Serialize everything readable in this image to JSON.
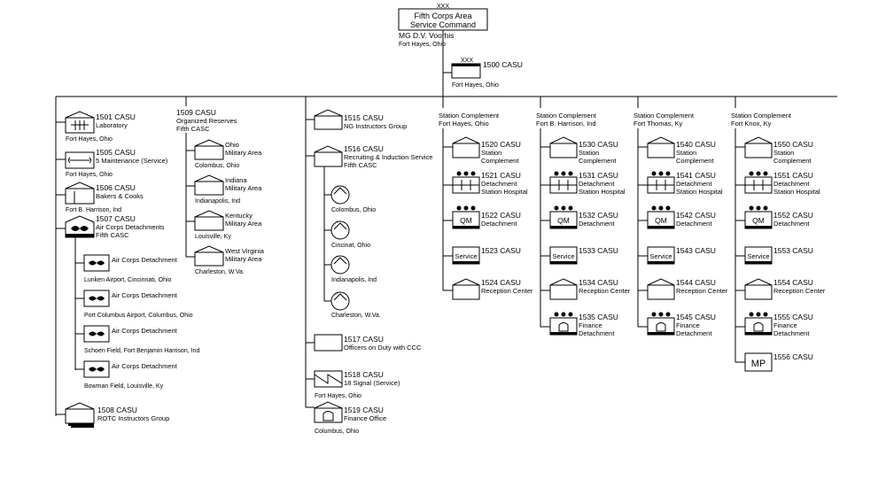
{
  "hq": {
    "xxx": "XXX",
    "title1": "Fifth Corps Area",
    "title2": "Service Command",
    "commander": "MG D.V. Voorhis",
    "location": "Fort Hayes, Ohio"
  },
  "hq_unit": {
    "xxx": "XXX",
    "label": "1500 CASU",
    "location": "Fort Hayes, Ohio"
  },
  "col1": {
    "u1501": {
      "name": "1501 CASU",
      "sub": "Laboratory",
      "loc": "Fort Hayes, Ohio"
    },
    "u1505": {
      "name": "1505 CASU",
      "sub": "5 Maintenance (Service)",
      "loc": "Fort Hayes, Ohio"
    },
    "u1506": {
      "name": "1506 CASU",
      "sub": "Bakers & Cooks",
      "loc": "Fort B. Harrison, Ind"
    },
    "u1507": {
      "name": "1507 CASU",
      "sub1": "Air Corps Detachments",
      "sub2": "Fifth CASC"
    },
    "air": [
      {
        "name": "Air Corps Detachment",
        "loc": "Lunken Airport, Cincinnati, Ohio"
      },
      {
        "name": "Air Corps Detachment",
        "loc": "Port Columbus Airport, Columbus, Ohio"
      },
      {
        "name": "Air Corps Detachment",
        "loc": "Schoen Field, Fort Benjamin Harrison, Ind"
      },
      {
        "name": "Air Corps Detachment",
        "loc": "Bowman Field, Louisville, Ky"
      }
    ],
    "u1508": {
      "name": "1508 CASU",
      "sub": "ROTC Instructors Group"
    }
  },
  "col2": {
    "u1509": {
      "name": "1509 CASU",
      "sub1": "Organized Reserves",
      "sub2": "Fifth CASC"
    },
    "areas": [
      {
        "n1": "Ohio",
        "n2": "Military Area",
        "loc": "Colombus, Ohio"
      },
      {
        "n1": "Indiana",
        "n2": "Military Area",
        "loc": "Indianapolis, Ind"
      },
      {
        "n1": "Kentucky",
        "n2": "Military Area",
        "loc": "Louisville, Ky"
      },
      {
        "n1": "West Virginia",
        "n2": "Military Area",
        "loc": "Charleston, W.Va."
      }
    ]
  },
  "col3": {
    "u1515": {
      "name": "1515 CASU",
      "sub": "NG Instructors Group"
    },
    "u1516": {
      "name": "1516 CASU",
      "sub1": "Recruiting & Induction Service",
      "sub2": "Fifth CASC"
    },
    "stations": [
      "Colombus, Ohio",
      "Cincinat, Ohio",
      "Indianapolis, Ind",
      "Charleston, W.Va."
    ],
    "u1517": {
      "name": "1517 CASU",
      "sub": "Officers on Duty with CCC"
    },
    "u1518": {
      "name": "1518 CASU",
      "sub": "18 Signal (Service)",
      "loc": "Fort Hayes, Ohio"
    },
    "u1519": {
      "name": "1519 CASU",
      "sub": "Finance Office",
      "loc": "Columbus, Ohio"
    }
  },
  "stations": [
    {
      "h1": "Station Complement",
      "h2": "Fort Hayes, Ohio",
      "complement": {
        "name": "1520 CASU",
        "s1": "Station",
        "s2": "Complement"
      },
      "hospital": {
        "name": "1521 CASU",
        "s1": "Detachment",
        "s2": "Station Hospital"
      },
      "qm": {
        "name": "1522 CASU",
        "s1": "Detachment",
        "sym": "QM"
      },
      "service": {
        "name": "1523 CASU",
        "sym": "Service"
      },
      "reception": {
        "name": "1524 CASU",
        "s1": "Reception Center"
      }
    },
    {
      "h1": "Station Complement",
      "h2": "Fort B. Harrison, Ind",
      "complement": {
        "name": "1530 CASU",
        "s1": "Station",
        "s2": "Complement"
      },
      "hospital": {
        "name": "1531 CASU",
        "s1": "Detachment",
        "s2": "Station Hospital"
      },
      "qm": {
        "name": "1532 CASU",
        "s1": "Detachment",
        "sym": "QM"
      },
      "service": {
        "name": "1533 CASU",
        "sym": "Service"
      },
      "reception": {
        "name": "1534 CASU",
        "s1": "Reception Center"
      },
      "finance": {
        "name": "1535 CASU",
        "s1": "Finance",
        "s2": "Detachment"
      }
    },
    {
      "h1": "Station Complement",
      "h2": "Fort Thomas, Ky",
      "complement": {
        "name": "1540 CASU",
        "s1": "Station",
        "s2": "Complement"
      },
      "hospital": {
        "name": "1541 CASU",
        "s1": "Detachment",
        "s2": "Station Hospital"
      },
      "qm": {
        "name": "1542 CASU",
        "s1": "Detachment",
        "sym": "QM"
      },
      "service": {
        "name": "1543 CASU",
        "sym": "Service"
      },
      "reception": {
        "name": "1544 CASU",
        "s1": "Reception Center"
      },
      "finance": {
        "name": "1545 CASU",
        "s1": "Finance",
        "s2": "Detachment"
      }
    },
    {
      "h1": "Station Complement",
      "h2": "Fort Knox, Ky",
      "complement": {
        "name": "1550 CASU",
        "s1": "Station",
        "s2": "Complement"
      },
      "hospital": {
        "name": "1551 CASU",
        "s1": "Detachment",
        "s2": "Station Hospital"
      },
      "qm": {
        "name": "1552 CASU",
        "s1": "Detachment",
        "sym": "QM"
      },
      "service": {
        "name": "1553 CASU",
        "sym": "Service"
      },
      "reception": {
        "name": "1554 CASU",
        "s1": "Reception Center"
      },
      "finance": {
        "name": "1555 CASU",
        "s1": "Finance",
        "s2": "Detachment"
      },
      "mp": {
        "name": "1556 CASU",
        "sym": "MP"
      }
    }
  ]
}
